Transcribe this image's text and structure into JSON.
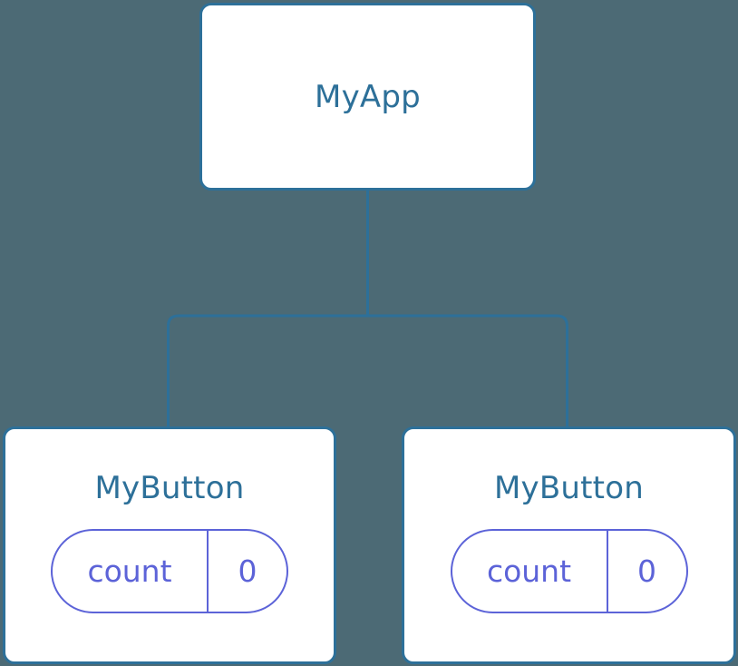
{
  "canvas": {
    "background_color": "#4c6a75",
    "node_border_color": "#2d7099",
    "node_text_color": "#2d7099",
    "node_fill_color": "#ffffff",
    "edge_color": "#2d7099",
    "state_badge_color": "#5c63d8"
  },
  "tree": {
    "root": {
      "label": "MyApp"
    },
    "children": [
      {
        "label": "MyButton",
        "state": {
          "key": "count",
          "value": "0"
        }
      },
      {
        "label": "MyButton",
        "state": {
          "key": "count",
          "value": "0"
        }
      }
    ]
  }
}
